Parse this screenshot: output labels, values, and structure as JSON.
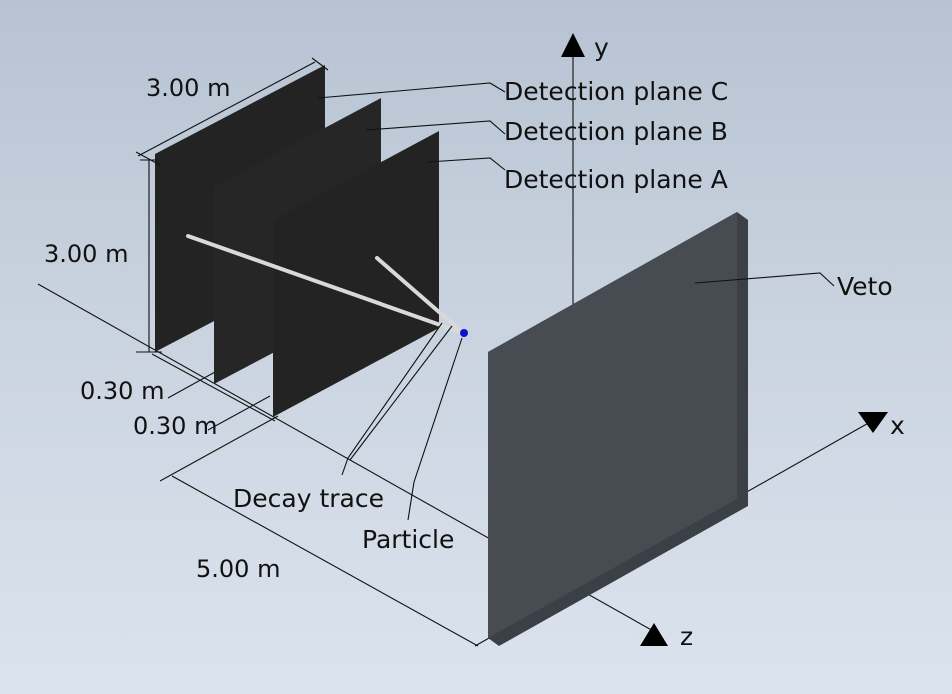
{
  "axes": {
    "x": "x",
    "y": "y",
    "z": "z"
  },
  "labels": {
    "plane_c": "Detection plane C",
    "plane_b": "Detection plane B",
    "plane_a": "Detection plane A",
    "veto": "Veto",
    "decay_trace": "Decay trace",
    "particle": "Particle"
  },
  "dimensions": {
    "plane_width": "3.00 m",
    "plane_height": "3.00 m",
    "gap_1": "0.30 m",
    "gap_2": "0.30 m",
    "distance": "5.00 m"
  },
  "colors": {
    "background_top": "#b7c3d3",
    "background_bottom": "#dbe3ee",
    "plane": "#232323",
    "veto_face": "#464c51",
    "veto_edge": "#3a4045",
    "trace": "#d9d9d9",
    "particle": "#1010d0"
  }
}
